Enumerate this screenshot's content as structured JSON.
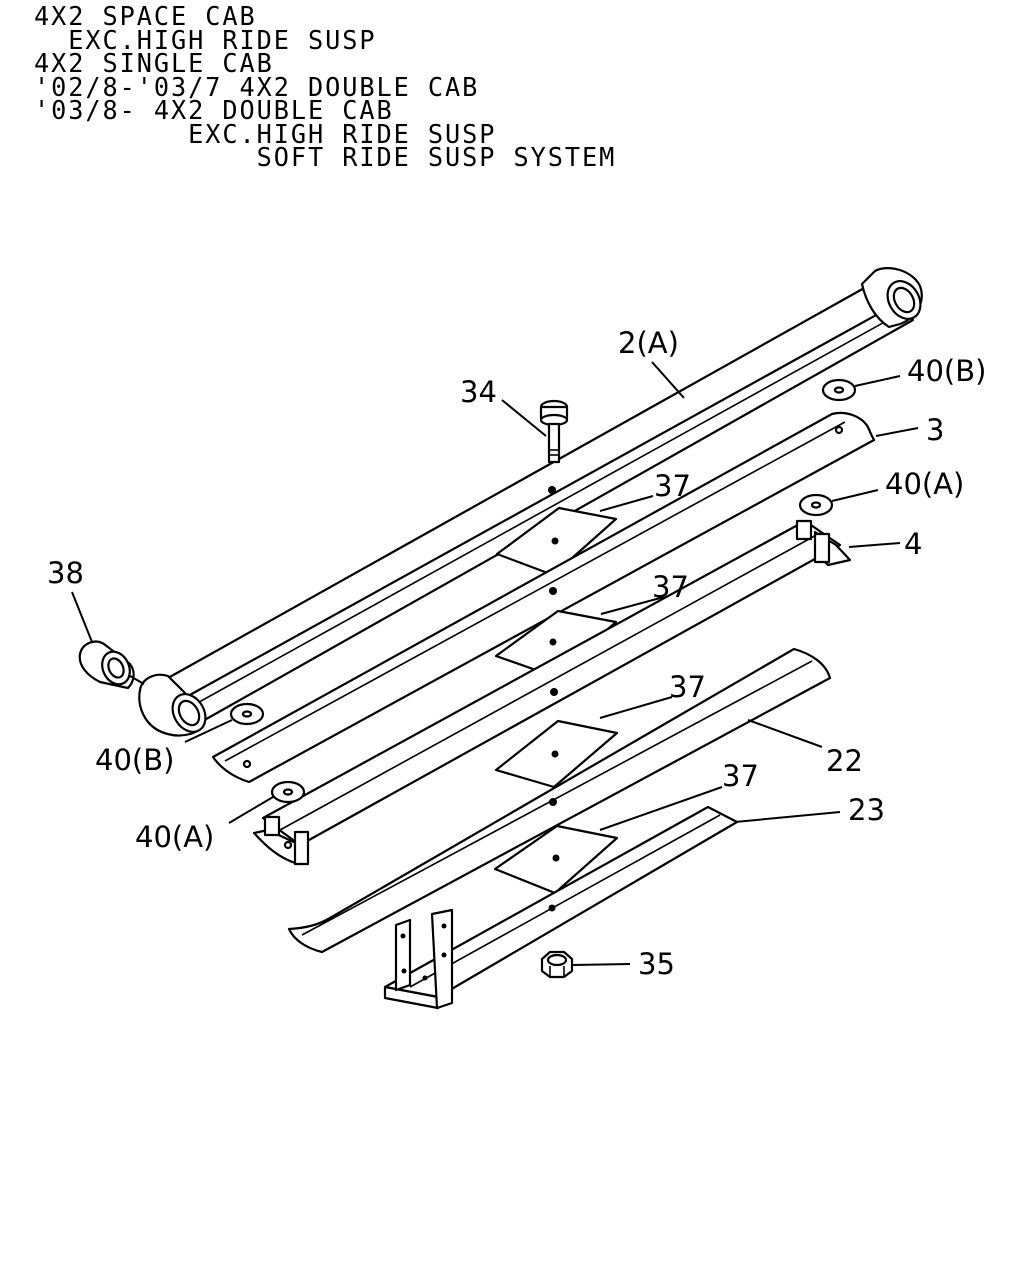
{
  "header": {
    "lines": [
      "4X2 SPACE CAB",
      "  EXC.HIGH RIDE SUSP",
      "4X2 SINGLE CAB",
      "'02/8-'03/7 4X2 DOUBLE CAB",
      "'03/8- 4X2 DOUBLE CAB",
      "         EXC.HIGH RIDE SUSP",
      "             SOFT RIDE SUSP SYSTEM"
    ]
  },
  "callouts": {
    "c2a": "2(A)",
    "c34": "34",
    "c40b_top": "40(B)",
    "c3": "3",
    "c37_1": "37",
    "c40a_top": "40(A)",
    "c4": "4",
    "c38": "38",
    "c37_2": "37",
    "c37_3": "37",
    "c22": "22",
    "c40b_left": "40(B)",
    "c37_4": "37",
    "c23": "23",
    "c40a_left": "40(A)",
    "c35": "35"
  }
}
